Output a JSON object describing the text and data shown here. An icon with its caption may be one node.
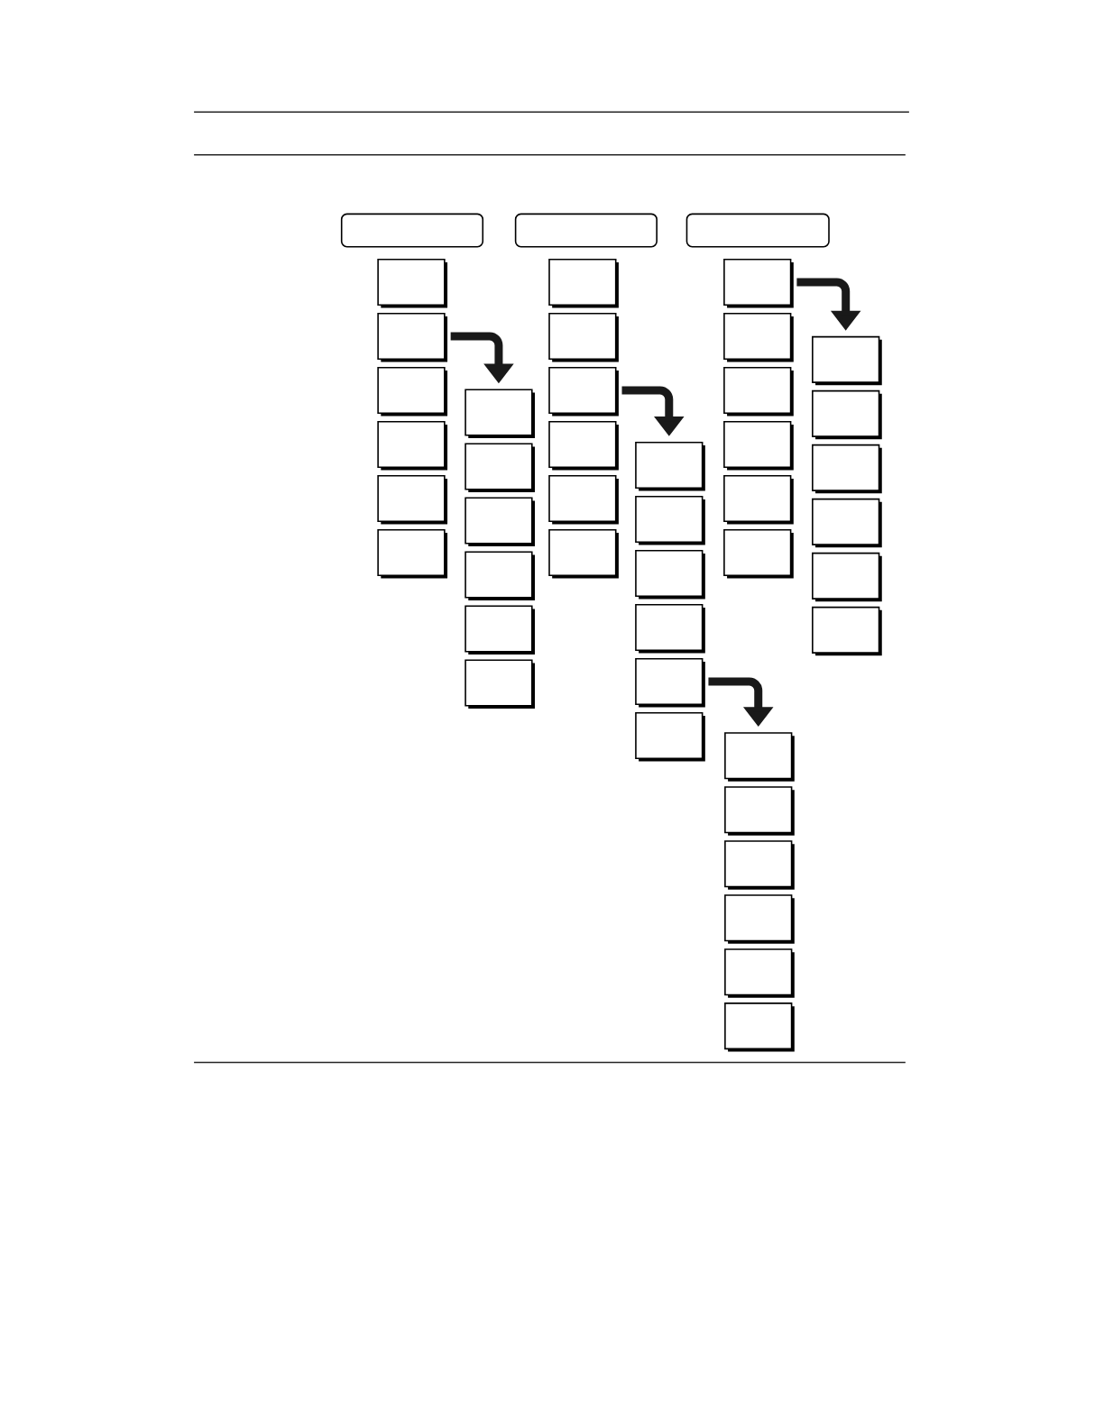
{
  "diagram": {
    "nodes": [
      {
        "text": [],
        "shape": "box"
      },
      {
        "text": [],
        "shape": "box"
      },
      {
        "text": [],
        "shape": "box"
      },
      {
        "text": [],
        "shape": "box"
      },
      {
        "text": [],
        "shape": "box"
      },
      {
        "text": [],
        "shape": "box"
      },
      {
        "text": [],
        "shape": "box"
      },
      {
        "text": [],
        "shape": "box"
      },
      {
        "text": [],
        "shape": "box"
      },
      {
        "text": [],
        "shape": "box"
      },
      {
        "text": [],
        "shape": "box"
      },
      {
        "text": [],
        "shape": "box"
      },
      {
        "text": [],
        "shape": "box"
      },
      {
        "text": [],
        "shape": "box"
      },
      {
        "text": [],
        "shape": "box"
      },
      {
        "text": [],
        "shape": "box"
      },
      {
        "text": [],
        "shape": "box"
      },
      {
        "text": [],
        "shape": "box"
      },
      {
        "text": [],
        "shape": "box"
      },
      {
        "text": [],
        "shape": "box"
      },
      {
        "text": [],
        "shape": "box"
      },
      {
        "text": [],
        "shape": "box"
      },
      {
        "text": [],
        "shape": "box"
      },
      {
        "text": [],
        "shape": "box"
      },
      {
        "text": [],
        "shape": "box"
      },
      {
        "text": [],
        "shape": "box"
      },
      {
        "text": [],
        "shape": "box"
      },
      {
        "text": [],
        "shape": "box"
      },
      {
        "text": [],
        "shape": "box"
      },
      {
        "text": [],
        "shape": "box"
      },
      {
        "text": [],
        "shape": "box"
      },
      {
        "text": [],
        "shape": "box"
      },
      {
        "text": [],
        "shape": "box"
      },
      {
        "text": [],
        "shape": "box"
      },
      {
        "text": [],
        "shape": "box"
      },
      {
        "text": [],
        "shape": "box"
      },
      {
        "text": [],
        "shape": "box"
      },
      {
        "text": [],
        "shape": "box"
      },
      {
        "text": [],
        "shape": "box"
      },
      {
        "text": [],
        "shape": "box"
      },
      {
        "text": [],
        "shape": "box"
      },
      {
        "text": [],
        "shape": "box"
      },
      {
        "text": [],
        "shape": "box"
      },
      {
        "text": [],
        "shape": "box"
      },
      {
        "text": [],
        "shape": "box"
      }
    ],
    "edges": [
      {
        "from": 4,
        "to": 9,
        "arrow": "to"
      },
      {
        "from": 17,
        "to": 21,
        "arrow": "to"
      },
      {
        "from": 27,
        "to": 33,
        "arrow": "to"
      },
      {
        "from": 25,
        "to": 39,
        "arrow": "to"
      }
    ]
  }
}
